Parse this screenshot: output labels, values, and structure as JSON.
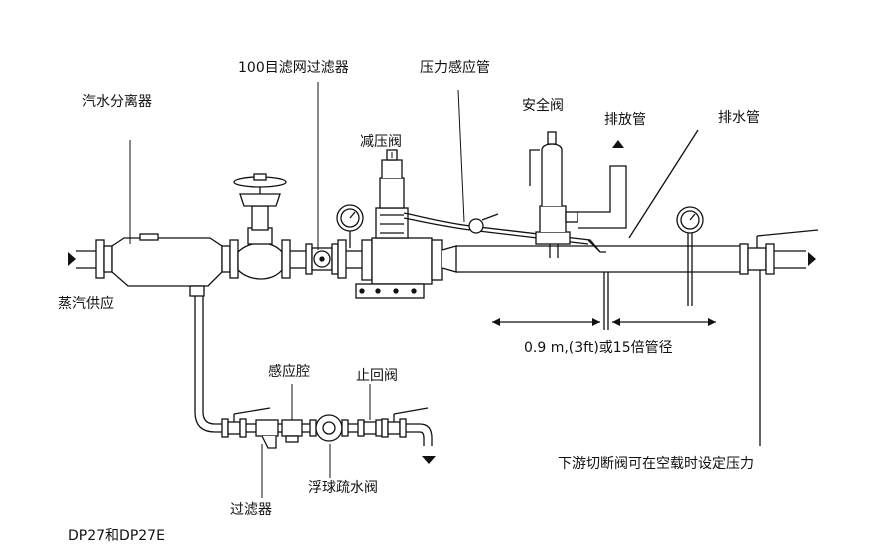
{
  "labels": {
    "separator": "汽水分离器",
    "strainer_100": "100目滤网过滤器",
    "sensing_pipe": "压力感应管",
    "reducing_valve": "减压阀",
    "safety_valve": "安全阀",
    "vent_pipe": "排放管",
    "drain_pipe": "排水管",
    "steam_supply": "蒸汽供应",
    "dimension": "0.9 m,(3ft)或15倍管径",
    "sensing_chamber": "感应腔",
    "check_valve": "止回阀",
    "strainer": "过滤器",
    "float_trap": "浮球疏水阀",
    "downstream_note": "下游切断阀可在空载时设定压力",
    "model": "DP27和DP27E"
  }
}
